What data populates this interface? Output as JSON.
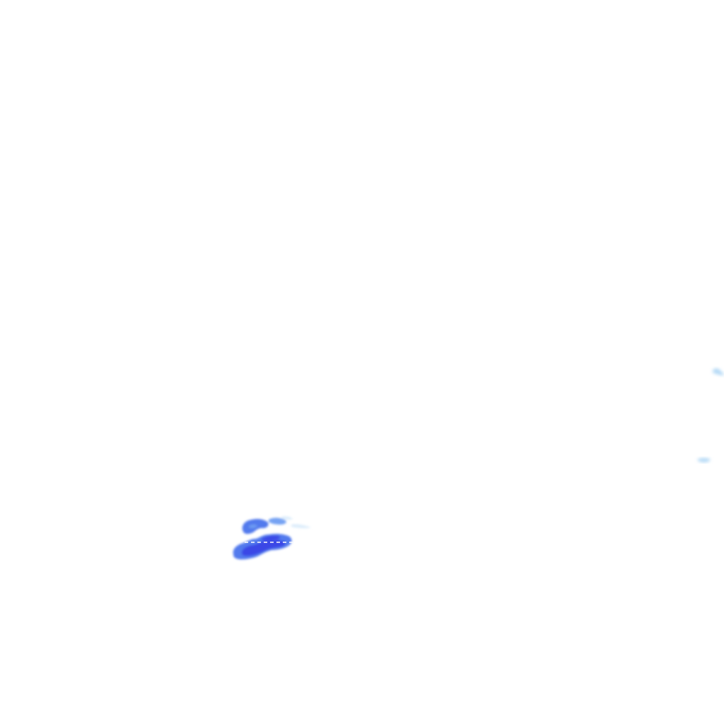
{
  "map": {
    "layer_type": "precipitation-radar-overlay",
    "background_color": "#ffffff",
    "colors": {
      "heavy": "#3b46e6",
      "moderate": "#4a72ec",
      "light": "#6f9df2",
      "trace": "#a9d3f5",
      "faint": "#cfe6fa",
      "dash_line": "#ffffff"
    },
    "echoes": [
      {
        "id": "echo-cluster-main-lower",
        "intensity": "heavy"
      },
      {
        "id": "echo-cluster-main-upper",
        "intensity": "moderate"
      },
      {
        "id": "echo-fleck-right-upper",
        "intensity": "trace"
      },
      {
        "id": "echo-fleck-right-lower",
        "intensity": "trace"
      }
    ]
  }
}
